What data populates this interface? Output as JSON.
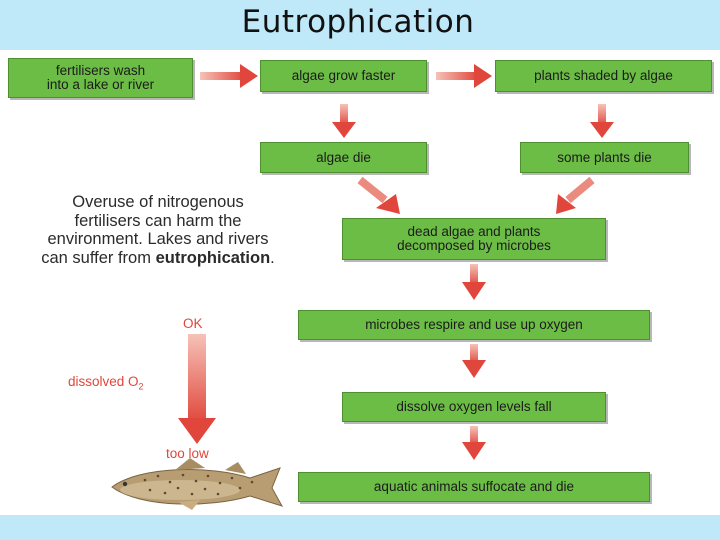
{
  "title": "Eutrophication",
  "boxes": {
    "fertilisers": [
      "fertilisers wash",
      "into a lake or river"
    ],
    "algae_grow": "algae grow faster",
    "plants_shaded": "plants shaded by algae",
    "algae_die": "algae die",
    "plants_die": "some plants die",
    "decomposed": [
      "dead algae and plants",
      "decomposed by microbes"
    ],
    "microbes": "microbes respire and use up oxygen",
    "oxygen_fall": "dissolve oxygen levels fall",
    "animals": "aquatic animals suffocate and die"
  },
  "side_text": {
    "before": "Overuse of nitrogenous fertilisers can harm the environment. Lakes and rivers can suffer from",
    "emphasis": "eutrophication",
    "after": "."
  },
  "oxygen_scale": {
    "top": "OK",
    "middle": "dissolved O",
    "middle_sub": "2",
    "bottom": "too low"
  },
  "colors": {
    "box_fill": "#6cbd45",
    "arrow": "#e0463b",
    "band": "#bfe9f8"
  }
}
